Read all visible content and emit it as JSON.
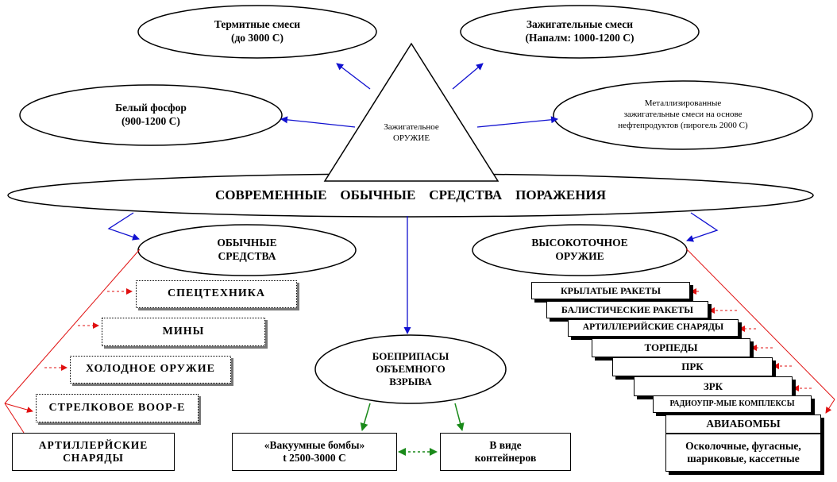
{
  "central": {
    "label": "СОВРЕМЕННЫЕ    ОБЫЧНЫЕ    СРЕДСТВА    ПОРАЖЕНИЯ"
  },
  "triangle": {
    "label": "Зажигательное\nОРУЖИЕ"
  },
  "incendiary": {
    "thermite": "Термитные смеси\n(до 3000 С)",
    "napalm": "Зажигательные смеси\n(Напалм: 1000-1200 С)",
    "phosphorus": "Белый фосфор\n(900-1200 С)",
    "metallized": "Металлизированные\nзажигательные смеси на основе\nнефтепродуктов (пирогель 2000 С)"
  },
  "conventional": {
    "title": "ОБЫЧНЫЕ\nСРЕДСТВА",
    "items": [
      "СПЕЦТЕХНИКА",
      "МИНЫ",
      "ХОЛОДНОЕ ОРУЖИЕ",
      "СТРЕЛКОВОЕ ВООР-Е",
      "АРТИЛЛЕРЙСКИЕ\nСНАРЯДЫ"
    ]
  },
  "precision": {
    "title": "ВЫСОКОТОЧНОЕ\nОРУЖИЕ",
    "items": [
      "КРЫЛАТЫЕ РАКЕТЫ",
      "БАЛИСТИЧЕСКИЕ  РАКЕТЫ",
      "АРТИЛЛЕРИЙСКИЕ СНАРЯДЫ",
      "ТОРПЕДЫ",
      "ПРК",
      "ЗРК",
      "РАДИОУПР-МЫЕ  КОМПЛЕКСЫ",
      "АВИАБОМБЫ"
    ],
    "aviabomb_types": "Осколочные, фугасные,\nшариковые, кассетные"
  },
  "volumetric": {
    "title": "БОЕПРИПАСЫ\nОБЪЕМНОГО\nВЗРЫВА",
    "vacuum": "«Вакуумные бомбы»\nt 2500-3000 С",
    "containers": "В виде\nконтейнеров"
  },
  "colors": {
    "blue": "#1010d0",
    "red": "#e01010",
    "green": "#1a8a1a",
    "black": "#000000"
  }
}
